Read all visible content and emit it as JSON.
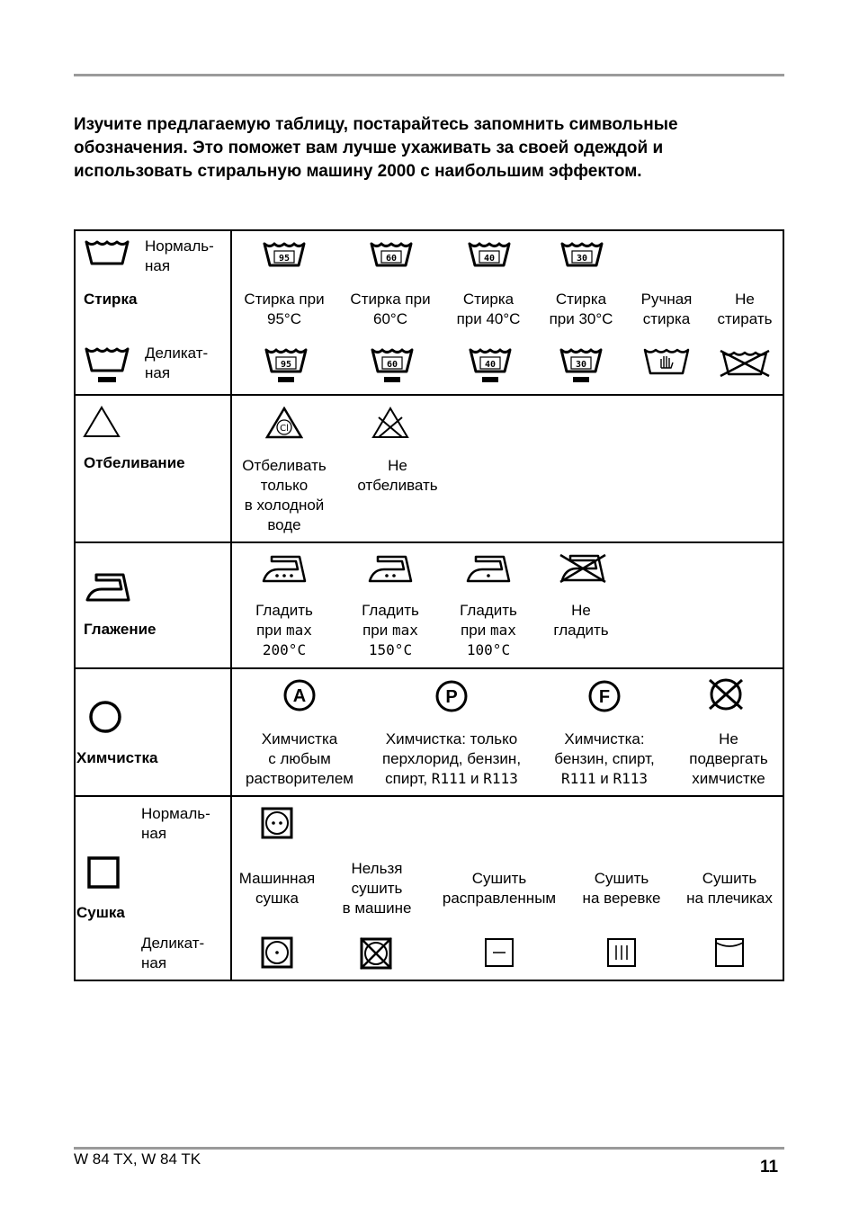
{
  "intro": {
    "line1": "Изучите предлагаемую таблицу, постарайтесь запомнить символьные",
    "line2": "обозначения. Это поможет вам лучше ухаживать за своей одеждой и",
    "line3": "использовать стиральную машину  2000 с наибольшим эффектом."
  },
  "wash": {
    "category": "Стирка",
    "normal": [
      "Нормаль-",
      "ная"
    ],
    "delicate": [
      "Деликат-",
      "ная"
    ],
    "columns": [
      {
        "temp": "95",
        "label": [
          "Стирка при",
          "95°C"
        ]
      },
      {
        "temp": "60",
        "label": [
          "Стирка при",
          "60°C"
        ]
      },
      {
        "temp": "40",
        "label": [
          "Стирка",
          "при 40°C"
        ]
      },
      {
        "temp": "30",
        "label": [
          "Стирка",
          "при 30°C"
        ]
      },
      {
        "label": [
          "Ручная",
          "стирка"
        ]
      },
      {
        "label": [
          "Не",
          "стирать"
        ]
      }
    ]
  },
  "bleach": {
    "category": "Отбеливание",
    "symbol_text": "Cl",
    "columns": [
      {
        "label": [
          "Отбеливать",
          "только",
          "в холодной",
          "воде"
        ]
      },
      {
        "label": [
          "Не",
          "отбеливать"
        ]
      }
    ]
  },
  "iron": {
    "category": "Глажение",
    "columns": [
      {
        "l1": "Гладить",
        "l2a": "при ",
        "l2b": "max",
        "l3": "200°C"
      },
      {
        "l1": "Гладить",
        "l2a": "при ",
        "l2b": "max",
        "l3": "150°C"
      },
      {
        "l1": "Гладить",
        "l2a": "при ",
        "l2b": "max",
        "l3": "100°C"
      },
      {
        "l1": "Не",
        "l2": "гладить"
      }
    ]
  },
  "dryclean": {
    "category": "Химчистка",
    "columns": [
      {
        "letter": "A",
        "label": [
          "Химчистка",
          "с любым",
          "растворителем"
        ]
      },
      {
        "letter": "P",
        "l1": "Химчистка: только",
        "l2": "перхлорид, бензин,",
        "l3a": "спирт, ",
        "l3b": "R111",
        "l3c": " и ",
        "l3d": "R113"
      },
      {
        "letter": "F",
        "l1": "Химчистка:",
        "l2": "бензин, спирт,",
        "l3b": "R111",
        "l3c": " и ",
        "l3d": "R113"
      },
      {
        "label": [
          "Не",
          "подвергать",
          "химчистке"
        ]
      }
    ]
  },
  "dry": {
    "category": "Сушка",
    "normal": [
      "Нормаль-",
      "ная"
    ],
    "delicate": [
      "Деликат-",
      "ная"
    ],
    "columns": [
      {
        "label": [
          "Машинная",
          "сушка"
        ]
      },
      {
        "label": [
          "Нельзя",
          "сушить",
          "в машине"
        ]
      },
      {
        "label": [
          "Сушить",
          "расправленным"
        ]
      },
      {
        "label": [
          "Сушить",
          "на веревке"
        ]
      },
      {
        "label": [
          "Сушить",
          "на плечиках"
        ]
      }
    ]
  },
  "footer": {
    "model": "W 84 TX, W 84 TK",
    "page": "11"
  }
}
